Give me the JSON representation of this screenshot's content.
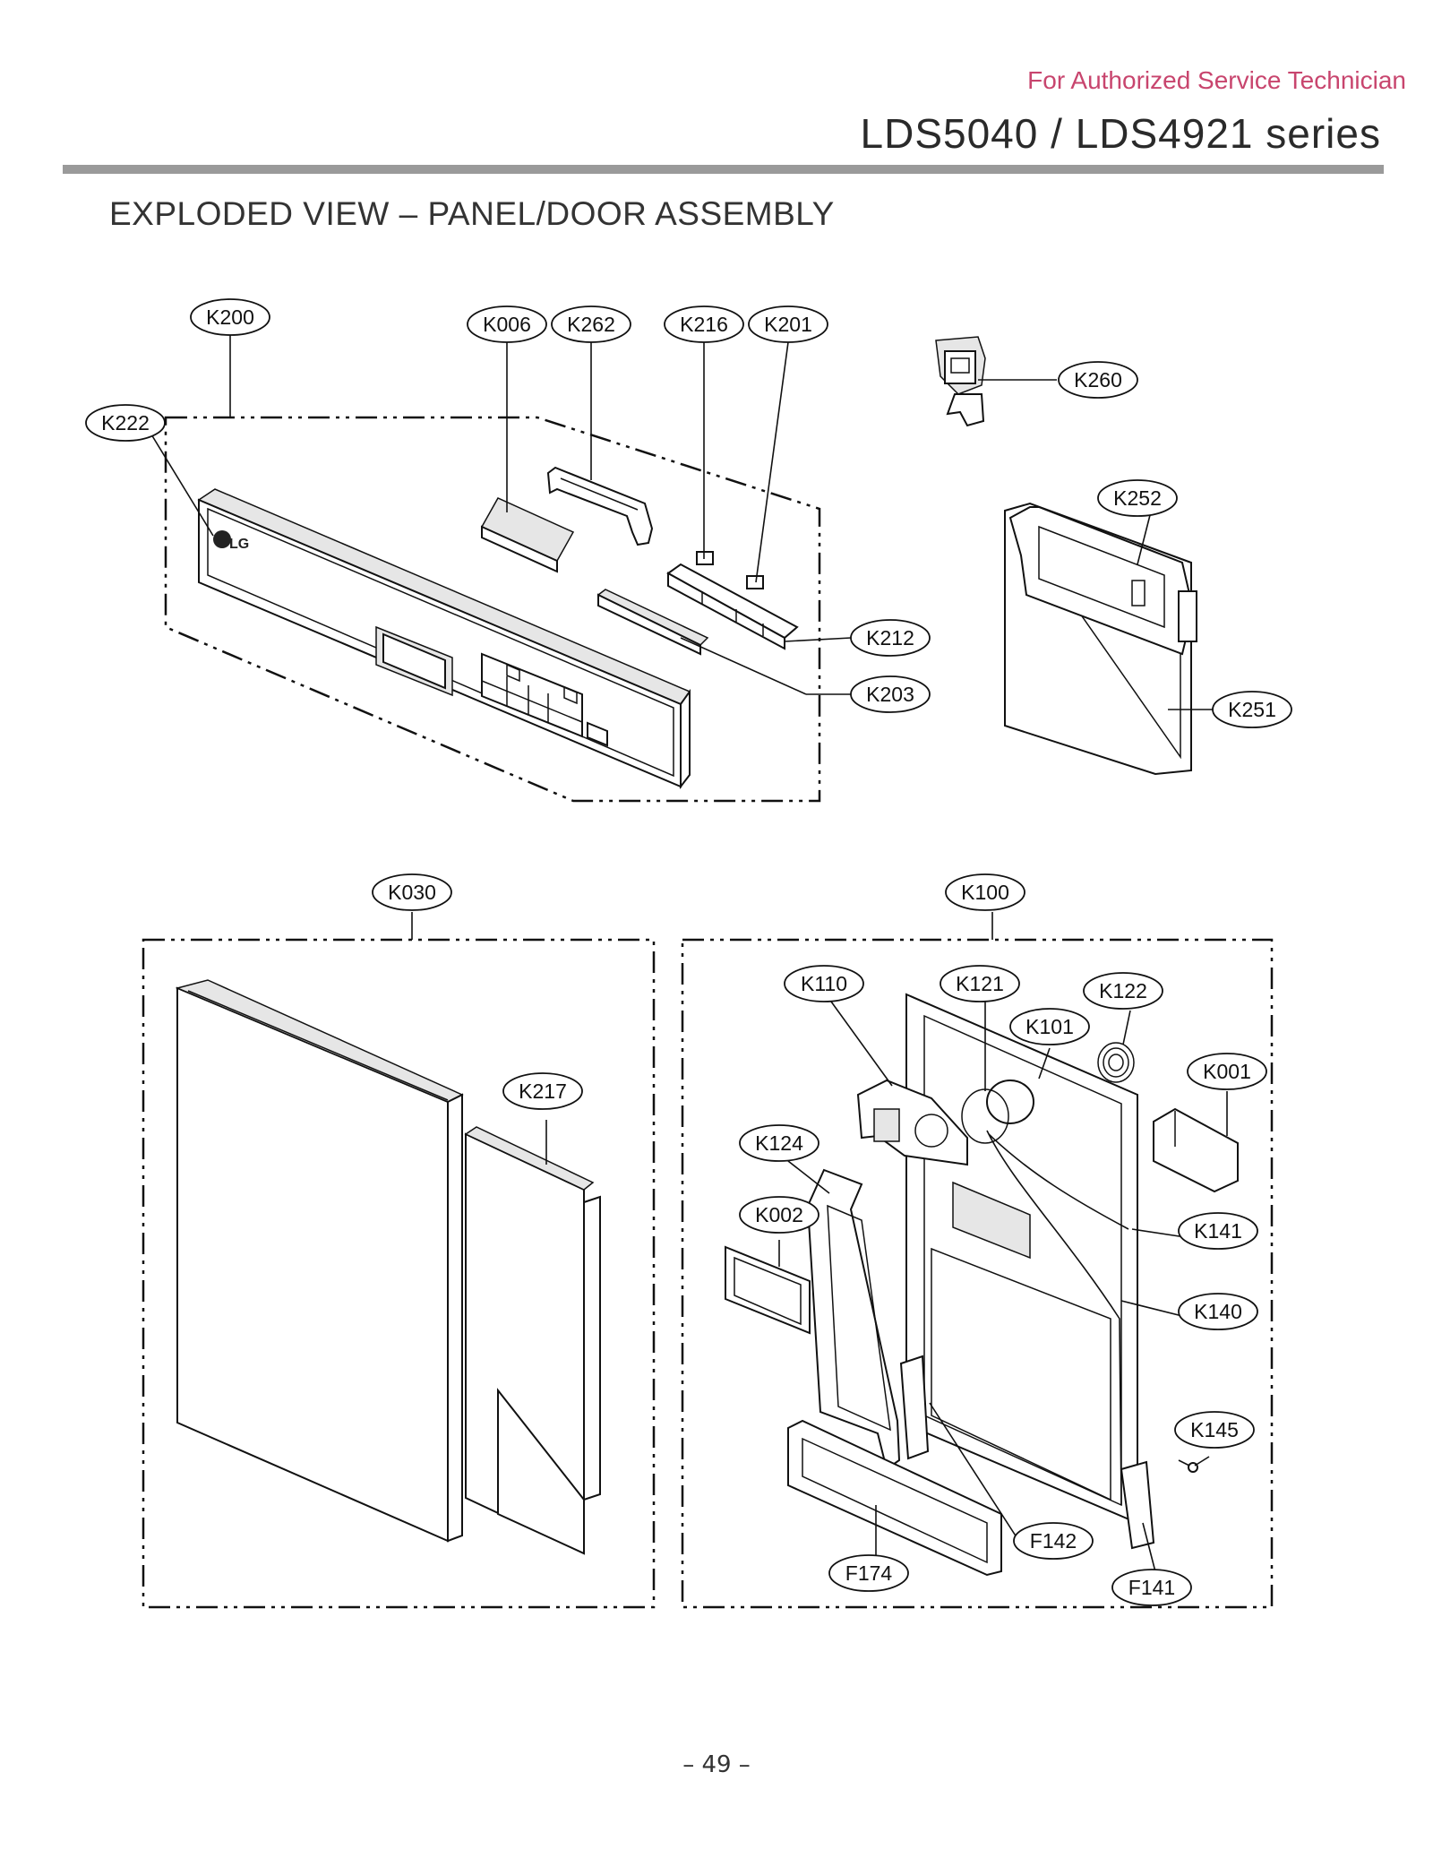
{
  "header": {
    "authorized_text": "For Authorized Service Technician",
    "model_text": "LDS5040 / LDS4921 series"
  },
  "title": "EXPLODED VIEW – PANEL/DOOR ASSEMBLY",
  "page_number": "– 49 –",
  "logo_text": "LG",
  "part_labels": {
    "K200": "K200",
    "K222": "K222",
    "K006": "K006",
    "K262": "K262",
    "K216": "K216",
    "K201": "K201",
    "K260": "K260",
    "K252": "K252",
    "K212": "K212",
    "K203": "K203",
    "K251": "K251",
    "K030": "K030",
    "K217": "K217",
    "K100": "K100",
    "K110": "K110",
    "K121": "K121",
    "K122": "K122",
    "K101": "K101",
    "K001": "K001",
    "K124": "K124",
    "K002": "K002",
    "K141": "K141",
    "K140": "K140",
    "K145": "K145",
    "F142": "F142",
    "F174": "F174",
    "F141": "F141"
  }
}
